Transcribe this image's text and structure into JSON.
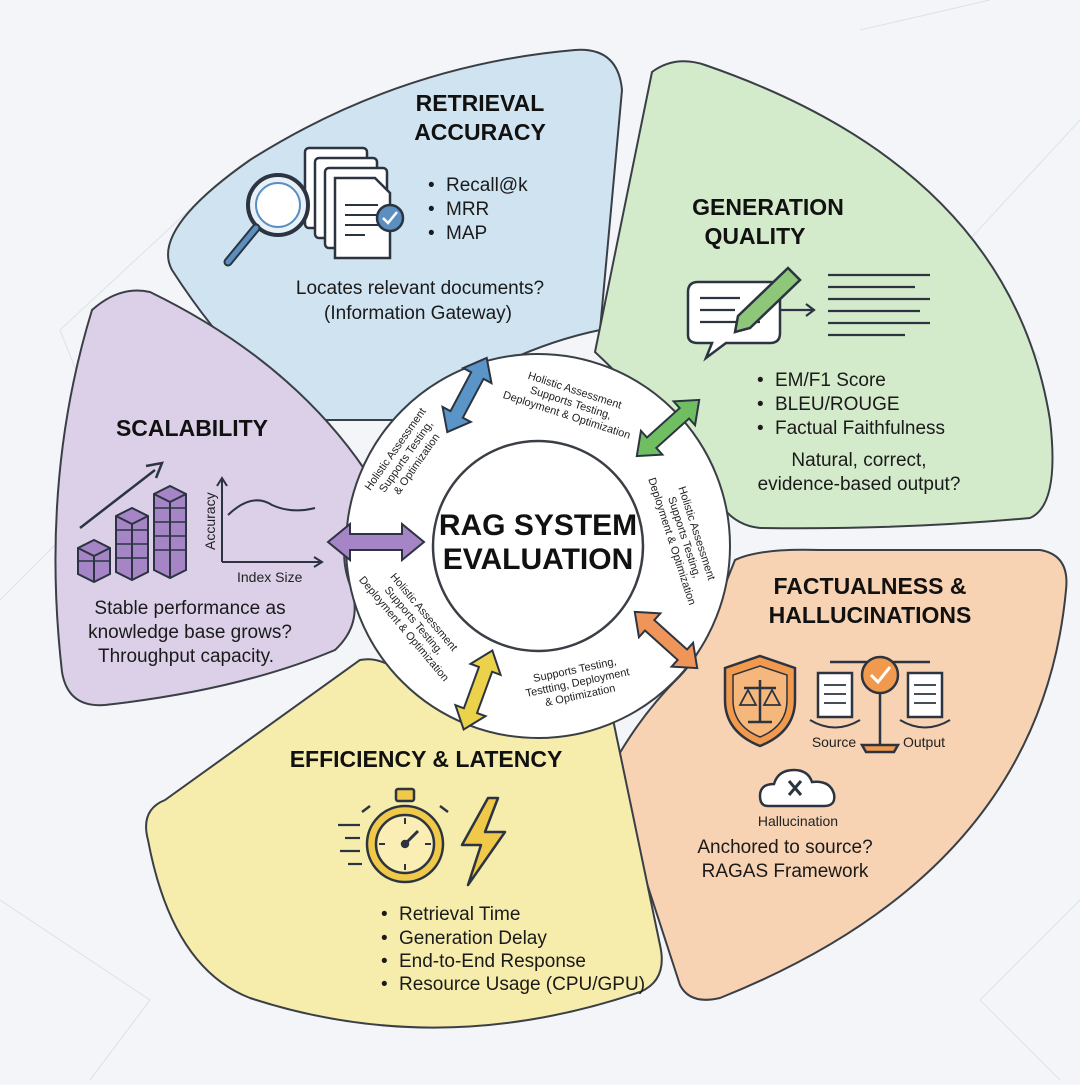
{
  "center": {
    "line1": "RAG SYSTEM",
    "line2": "EVALUATION"
  },
  "colors": {
    "retrieval": "#cfe3f1",
    "generation": "#d3eacb",
    "factual": "#f7d3b3",
    "efficiency": "#f6ecab",
    "scalability": "#dcd0e8",
    "outline": "#3a3f46"
  },
  "retrieval": {
    "title1": "RETRIEVAL",
    "title2": "ACCURACY",
    "bullets": [
      "Recall@k",
      "MRR",
      "MAP"
    ],
    "desc1": "Locates relevant documents?",
    "desc2": "(Information Gateway)",
    "icon": "magnifier-documents-icon"
  },
  "generation": {
    "title1": "GENERATION",
    "title2": "QUALITY",
    "bullets": [
      "EM/F1 Score",
      "BLEU/ROUGE",
      "Factual Faithfulness"
    ],
    "desc1": "Natural, correct,",
    "desc2": "evidence-based output?",
    "icon": "speech-pencil-icon"
  },
  "factual": {
    "title1": "FACTUALNESS &",
    "title2": "HALLUCINATIONS",
    "source": "Source",
    "output": "Output",
    "hallucination": "Hallucination",
    "desc1": "Anchored to source?",
    "desc2": "RAGAS Framework",
    "icon": "scale-shield-icon"
  },
  "efficiency": {
    "title": "EFFICIENCY & LATENCY",
    "bullets": [
      "Retrieval Time",
      "Generation Delay",
      "End-to-End Response",
      "Resource Usage (CPU/GPU)"
    ],
    "icon": "stopwatch-lightning-icon"
  },
  "scalability": {
    "title": "SCALABILITY",
    "y_axis": "Accuracy",
    "x_axis": "Index Size",
    "desc1": "Stable performance as",
    "desc2": "knowledge base grows?",
    "desc3": "Throughput capacity.",
    "icon": "growth-blocks-icon"
  },
  "ring_labels": {
    "top": [
      "Holistic Assessment",
      "Supports Testing,",
      "Deployment & Optimization"
    ],
    "right": [
      "Holistic Assessment",
      "Supports Testing,",
      "Deployment & Optimization"
    ],
    "bottom": [
      "Supports Testing,",
      "Testtting, Deployment",
      "& Optimization"
    ],
    "lower_left": [
      "Holistic Assessment",
      "Supports Testing,",
      "Deployment & Optimization"
    ],
    "upper_left": [
      "Holistic Assessment",
      "Supports Testing,",
      "& Optimization"
    ]
  }
}
